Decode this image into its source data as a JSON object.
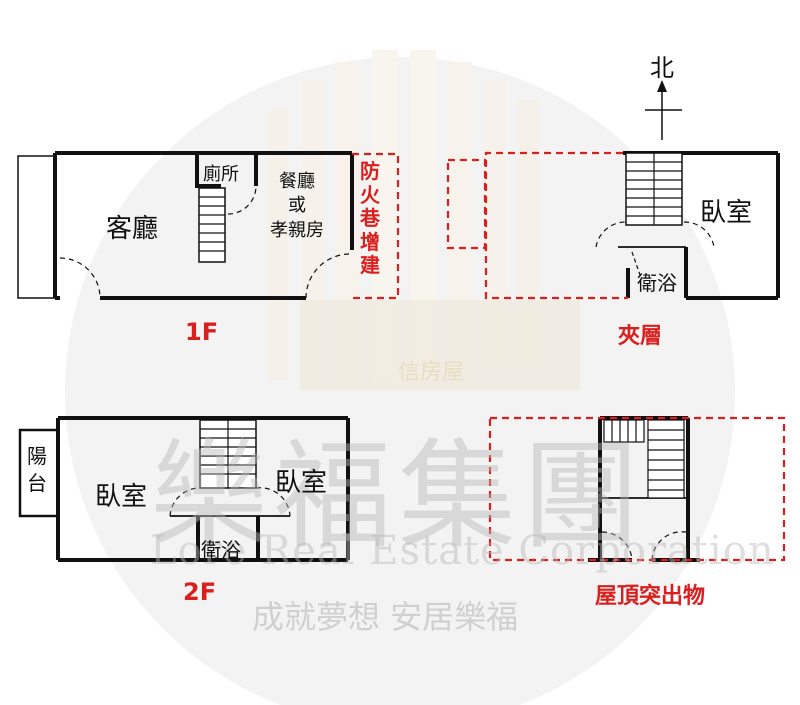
{
  "compass": {
    "label": "北"
  },
  "floors": {
    "first": {
      "caption": "1F",
      "rooms": {
        "living": "客廳",
        "toilet": "廁所",
        "dining_line1": "餐廳",
        "dining_line2": "或",
        "dining_line3": "孝親房",
        "firelane": [
          "防",
          "火",
          "巷",
          "增",
          "建"
        ]
      }
    },
    "mezzanine": {
      "caption": "夾層",
      "rooms": {
        "bedroom": "臥室",
        "bathroom": "衛浴"
      }
    },
    "second": {
      "caption": "2F",
      "rooms": {
        "balcony": [
          "陽",
          "台"
        ],
        "bedroom_left": "臥室",
        "bedroom_right": "臥室",
        "bathroom": "衛浴"
      }
    },
    "roof": {
      "caption": "屋頂突出物"
    }
  },
  "watermark": {
    "logo_text": "信房屋",
    "company": "樂福集團",
    "english": "Lore Real Estate Corporation",
    "slogan": "成就夢想 安居樂福"
  },
  "colors": {
    "wall": "#111111",
    "addition": "#d9201f",
    "watermark": "#c8c8c8"
  }
}
